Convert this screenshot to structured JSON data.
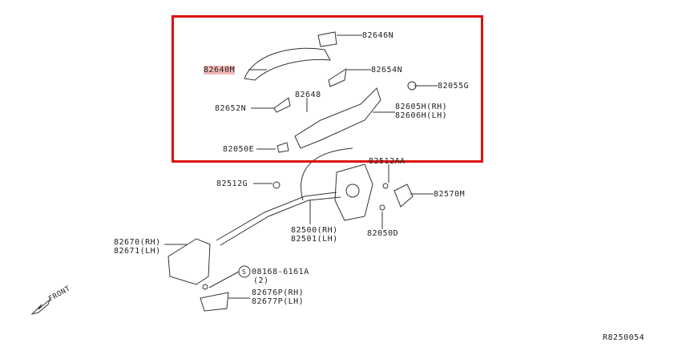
{
  "diagram_id": "R8250054",
  "front_label": "FRONT",
  "highlight_color": "#e01010",
  "parts": [
    {
      "id": "p82646N",
      "label": "82646N"
    },
    {
      "id": "p82640M",
      "label": "82640M",
      "highlighted": true
    },
    {
      "id": "p82654N",
      "label": "82654N"
    },
    {
      "id": "p82055G",
      "label": "82055G"
    },
    {
      "id": "p82648",
      "label": "82648"
    },
    {
      "id": "p82652N",
      "label": "82652N"
    },
    {
      "id": "p82605H",
      "label": "82605H(RH)"
    },
    {
      "id": "p82606H",
      "label": "82606H(LH)"
    },
    {
      "id": "p82050E",
      "label": "82050E"
    },
    {
      "id": "p82512AA",
      "label": "82512AA"
    },
    {
      "id": "p82512G",
      "label": "82512G"
    },
    {
      "id": "p82570M",
      "label": "82570M"
    },
    {
      "id": "p82500",
      "label": "82500(RH)"
    },
    {
      "id": "p82501",
      "label": "82501(LH)"
    },
    {
      "id": "p82050D",
      "label": "82050D"
    },
    {
      "id": "p82670",
      "label": "82670(RH)"
    },
    {
      "id": "p82671",
      "label": "82671(LH)"
    },
    {
      "id": "p08168",
      "label": "08168-6161A"
    },
    {
      "id": "p08168qty",
      "label": "(2)"
    },
    {
      "id": "p08168sym",
      "label": "S"
    },
    {
      "id": "p82676P",
      "label": "82676P(RH)"
    },
    {
      "id": "p82677P",
      "label": "82677P(LH)"
    }
  ]
}
